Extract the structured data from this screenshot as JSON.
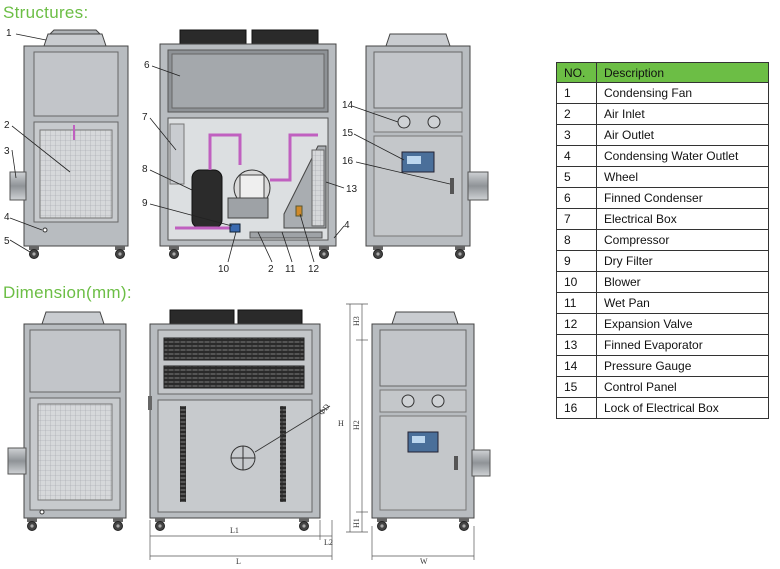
{
  "headings": {
    "structures": "Structures:",
    "dimension": "Dimension(mm):"
  },
  "callouts": [
    "1",
    "2",
    "3",
    "4",
    "5",
    "6",
    "7",
    "8",
    "9",
    "10",
    "2",
    "11",
    "12",
    "13",
    "4",
    "14",
    "15",
    "16"
  ],
  "dimension_labels": {
    "H": "H",
    "H1": "H1",
    "H2": "H2",
    "H3": "H3",
    "L": "L",
    "L1": "L1",
    "L2": "L2",
    "W": "W",
    "D": "ΦD"
  },
  "table": {
    "headers": [
      "NO.",
      "Description"
    ],
    "rows": [
      {
        "no": "1",
        "desc": "Condensing Fan"
      },
      {
        "no": "2",
        "desc": "Air Inlet"
      },
      {
        "no": "3",
        "desc": "Air Outlet"
      },
      {
        "no": "4",
        "desc": "Condensing Water Outlet"
      },
      {
        "no": "5",
        "desc": "Wheel"
      },
      {
        "no": "6",
        "desc": "Finned Condenser"
      },
      {
        "no": "7",
        "desc": "Electrical Box"
      },
      {
        "no": "8",
        "desc": "Compressor"
      },
      {
        "no": "9",
        "desc": "Dry Filter"
      },
      {
        "no": "10",
        "desc": "Blower"
      },
      {
        "no": "11",
        "desc": "Wet Pan"
      },
      {
        "no": "12",
        "desc": "Expansion Valve"
      },
      {
        "no": "13",
        "desc": "Finned Evaporator"
      },
      {
        "no": "14",
        "desc": "Pressure Gauge"
      },
      {
        "no": "15",
        "desc": "Control Panel"
      },
      {
        "no": "16",
        "desc": "Lock of Electrical Box"
      }
    ]
  },
  "colors": {
    "accent": "#6cbe45",
    "cabinet": "#b8bcc0",
    "cabinet_dark": "#9a9ea3",
    "outline": "#444444",
    "pipe": "#c060c0"
  }
}
